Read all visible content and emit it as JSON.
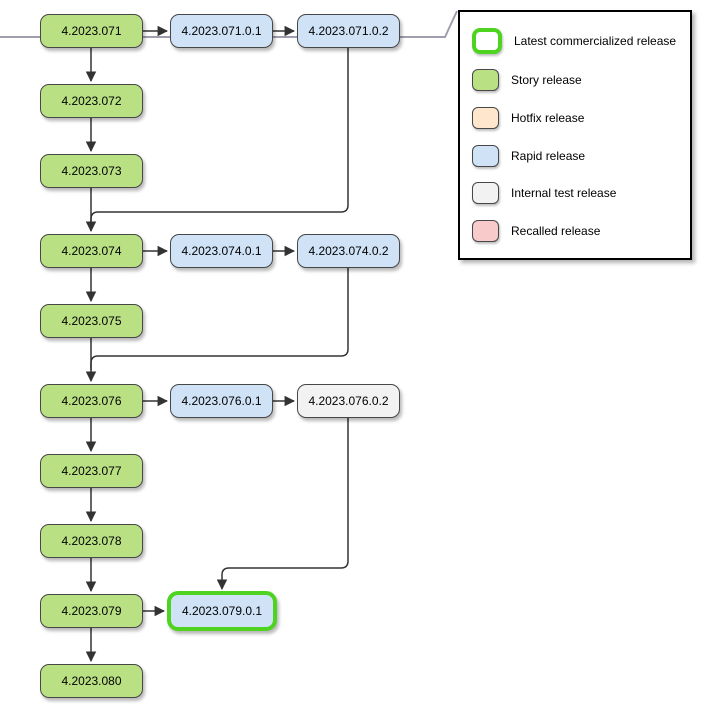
{
  "diagram": {
    "nodes": [
      {
        "label": "4.2023.071",
        "type": "story"
      },
      {
        "label": "4.2023.071.0.1",
        "type": "rapid"
      },
      {
        "label": "4.2023.071.0.2",
        "type": "rapid"
      },
      {
        "label": "4.2023.072",
        "type": "story"
      },
      {
        "label": "4.2023.073",
        "type": "story"
      },
      {
        "label": "4.2023.074",
        "type": "story"
      },
      {
        "label": "4.2023.074.0.1",
        "type": "rapid"
      },
      {
        "label": "4.2023.074.0.2",
        "type": "rapid"
      },
      {
        "label": "4.2023.075",
        "type": "story"
      },
      {
        "label": "4.2023.076",
        "type": "story"
      },
      {
        "label": "4.2023.076.0.1",
        "type": "rapid"
      },
      {
        "label": "4.2023.076.0.2",
        "type": "internal-test"
      },
      {
        "label": "4.2023.077",
        "type": "story"
      },
      {
        "label": "4.2023.078",
        "type": "story"
      },
      {
        "label": "4.2023.079",
        "type": "story"
      },
      {
        "label": "4.2023.079.0.1",
        "type": "rapid latest-commercialized"
      },
      {
        "label": "4.2023.080",
        "type": "story"
      }
    ],
    "edges": [
      "4.2023.071->4.2023.071.0.1",
      "4.2023.071.0.1->4.2023.071.0.2",
      "4.2023.071->4.2023.072",
      "4.2023.072->4.2023.073",
      "4.2023.073->4.2023.074",
      "4.2023.071.0.2->4.2023.074",
      "4.2023.074->4.2023.074.0.1",
      "4.2023.074.0.1->4.2023.074.0.2",
      "4.2023.074->4.2023.075",
      "4.2023.075->4.2023.076",
      "4.2023.074.0.2->4.2023.076",
      "4.2023.076->4.2023.076.0.1",
      "4.2023.076.0.1->4.2023.076.0.2",
      "4.2023.076->4.2023.077",
      "4.2023.077->4.2023.078",
      "4.2023.078->4.2023.079",
      "4.2023.076.0.2->4.2023.079.0.1",
      "4.2023.079->4.2023.079.0.1",
      "4.2023.079->4.2023.080"
    ]
  },
  "legend": {
    "items": [
      {
        "label": "Latest commercialized release",
        "type": "latest"
      },
      {
        "label": "Story release",
        "type": "story"
      },
      {
        "label": "Hotfix release",
        "type": "hotfix"
      },
      {
        "label": "Rapid release",
        "type": "rapid"
      },
      {
        "label": "Internal test release",
        "type": "internal"
      },
      {
        "label": "Recalled release",
        "type": "recalled"
      }
    ]
  },
  "colors": {
    "latest_border": "#4ed321",
    "story_fill": "#b9e183",
    "hotfix_fill": "#ffe6cc",
    "rapid_fill": "#cfe2f6",
    "internal_fill": "#f2f2f2",
    "recalled_fill": "#f8caca",
    "node_border": "#474747",
    "connector": "#333333",
    "timeline_line": "#9e9eae"
  }
}
